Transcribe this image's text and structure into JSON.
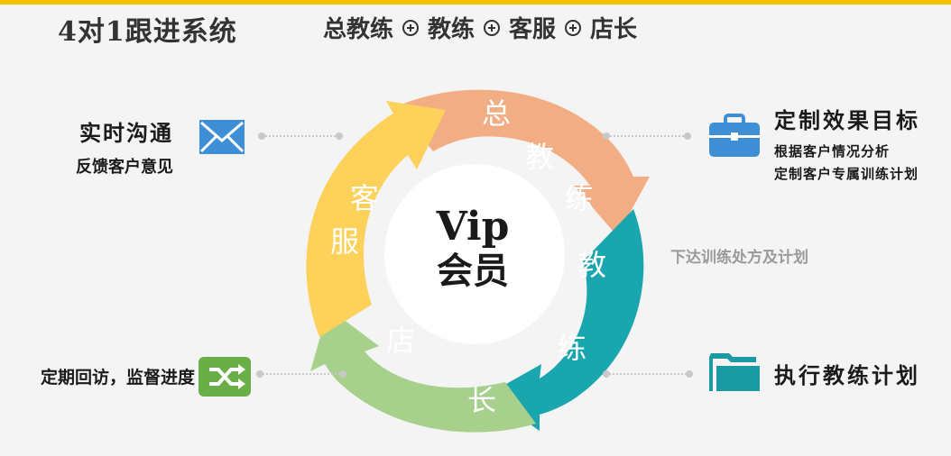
{
  "header": {
    "title": "4对1跟进系统",
    "roles": [
      "总教练",
      "教练",
      "客服",
      "店长"
    ]
  },
  "center": {
    "line1": "Vip",
    "line2": "会员"
  },
  "segments": {
    "head_coach": {
      "chars": [
        "总",
        "教",
        "练"
      ],
      "color": "#f2ad84"
    },
    "coach": {
      "chars": [
        "教",
        "练"
      ],
      "color": "#1aa6ae"
    },
    "store_manager": {
      "chars": [
        "店",
        "长"
      ],
      "color": "#a8d08d"
    },
    "customer_service": {
      "chars": [
        "客",
        "服"
      ],
      "color": "#fdd15a"
    }
  },
  "left_top": {
    "title": "实时沟通",
    "subtitle": "反馈客户意见",
    "icon": "envelope-icon"
  },
  "left_bottom": {
    "text": "定期回访，监督进度",
    "icon": "shuffle-icon"
  },
  "right_top": {
    "title": "定制效果目标",
    "line1": "根据客户情况分析",
    "line2": "定制客户专属训练计划",
    "icon": "briefcase-icon"
  },
  "right_middle": {
    "text": "下达训练处方及计划"
  },
  "right_bottom": {
    "text": "执行教练计划",
    "icon": "folder-icon"
  },
  "colors": {
    "accent_yellow": "#f2c200",
    "icon_blue": "#3f8fd6",
    "icon_green": "#6aae48"
  }
}
